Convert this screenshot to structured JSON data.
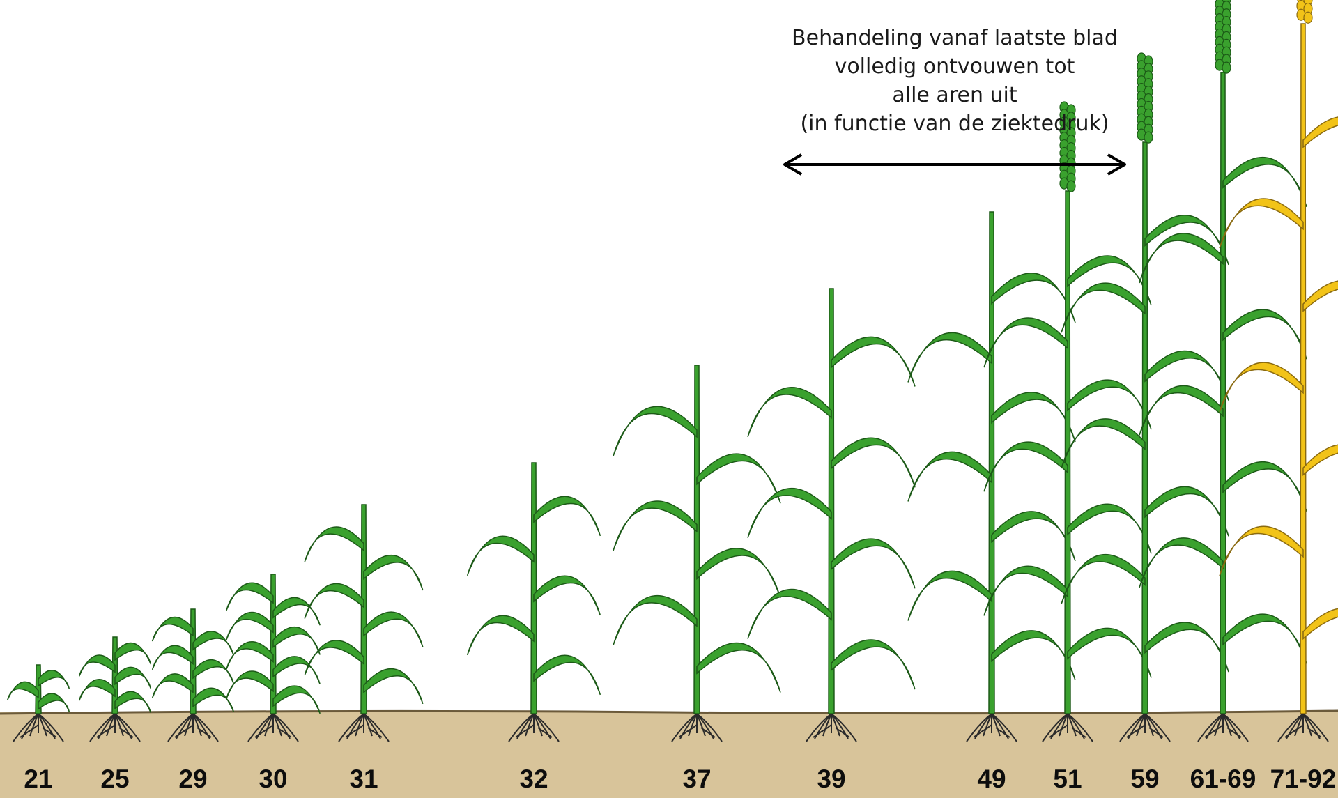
{
  "annotation": {
    "lines": [
      "Behandeling vanaf laatste blad",
      "volledig ontvouwen tot",
      "alle aren uit",
      "(in functie van de ziektedruk)"
    ]
  },
  "stages": [
    {
      "code": "21"
    },
    {
      "code": "25"
    },
    {
      "code": "29"
    },
    {
      "code": "30"
    },
    {
      "code": "31"
    },
    {
      "code": "32"
    },
    {
      "code": "37"
    },
    {
      "code": "39"
    },
    {
      "code": "49"
    },
    {
      "code": "51"
    },
    {
      "code": "59"
    },
    {
      "code": "61-69"
    },
    {
      "code": "71-92"
    }
  ],
  "colors": {
    "leaf_green": "#3aa12e",
    "leaf_outline": "#1c5a17",
    "ripe_yellow": "#f2c318",
    "ripe_outline": "#8a6a10",
    "soil": "#d8c49a",
    "soil_line": "#6b5a3a",
    "roots": "#2b2b2b"
  },
  "icons": {
    "arrow": "double-headed-arrow-icon"
  }
}
